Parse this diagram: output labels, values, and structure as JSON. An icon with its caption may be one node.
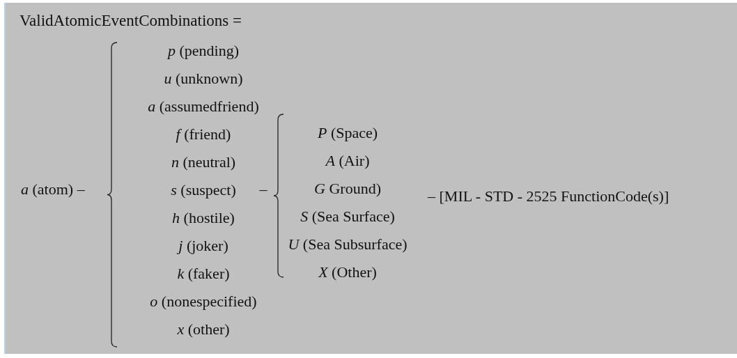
{
  "diagram": {
    "title": "ValidAtomicEventCombinations =",
    "labels": [
      "*a* (atom) –",
      "*p* (pending)",
      "*u* (unknown)",
      "*a* (assumedfriend)",
      "*f* (friend)",
      "*n* (neutral)",
      "*s* (suspect)",
      "*h* (hostile)",
      "*j* (joker)",
      "*k* (faker)",
      "*o* (nonespecified)",
      "*x* (other)",
      "–",
      "*P* (Space)",
      "*A* (Air)",
      "*G* Ground)",
      "*S* (Sea Surface)",
      "*U* (Sea Subsurface)",
      "*X* (Other)",
      "– [MIL - STD - 2525 FunctionCode(s)]"
    ]
  }
}
